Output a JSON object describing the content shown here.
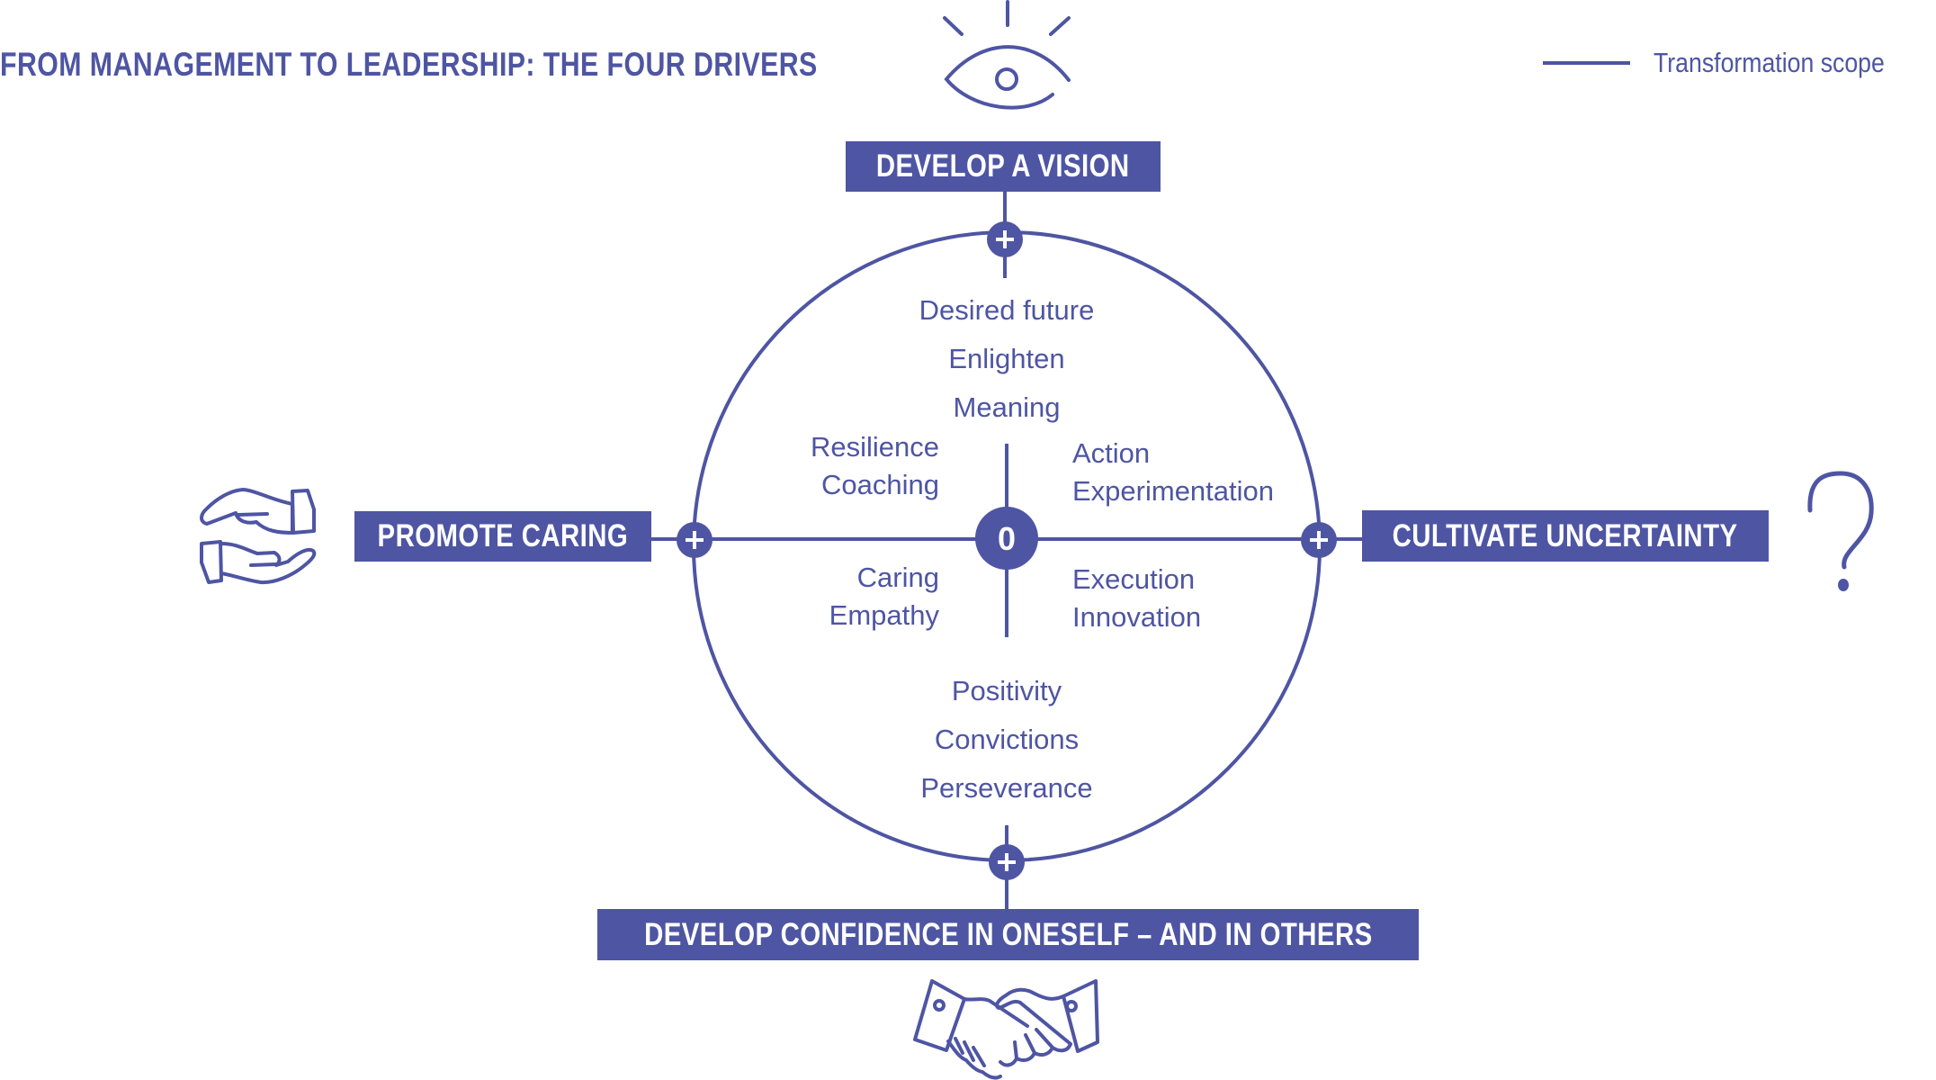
{
  "title": "FROM MANAGEMENT TO LEADERSHIP: THE FOUR DRIVERS",
  "legend": {
    "label": "Transformation scope",
    "symbol": "solid-line"
  },
  "colors": {
    "primary": "#4e55a3",
    "box_text": "#ffffff",
    "background": "#ffffff"
  },
  "center": {
    "label": "0"
  },
  "drivers": {
    "top": {
      "label": "DEVELOP A VISION",
      "icon": "eye-icon",
      "node": "+"
    },
    "left": {
      "label": "PROMOTE CARING",
      "icon": "caring-hands-icon",
      "node": "+"
    },
    "right": {
      "label": "CULTIVATE UNCERTAINTY",
      "icon": "question-mark-icon",
      "node": "+"
    },
    "bottom": {
      "label": "DEVELOP CONFIDENCE IN ONESELF – AND IN OTHERS",
      "icon": "handshake-icon",
      "node": "+"
    }
  },
  "keywords": {
    "top": [
      "Desired future",
      "Enlighten",
      "Meaning"
    ],
    "upper_left": [
      "Resilience",
      "Coaching"
    ],
    "upper_right": [
      "Action",
      "Experimentation"
    ],
    "lower_left": [
      "Caring",
      "Empathy"
    ],
    "lower_right": [
      "Execution",
      "Innovation"
    ],
    "bottom": [
      "Positivity",
      "Convictions",
      "Perseverance"
    ]
  }
}
